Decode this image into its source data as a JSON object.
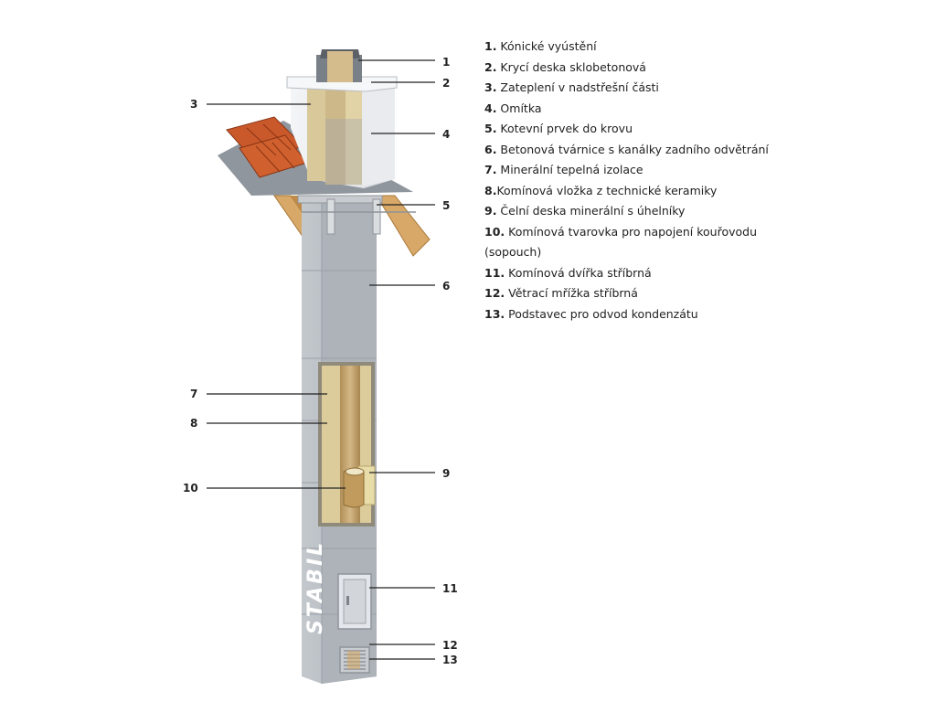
{
  "diagram": {
    "brand_label": "STABIL",
    "callout_numbers": [
      "1",
      "2",
      "3",
      "4",
      "5",
      "6",
      "7",
      "8",
      "9",
      "10",
      "11",
      "12",
      "13"
    ]
  },
  "legend": [
    {
      "number": "1.",
      "text": " Kónické vyústění"
    },
    {
      "number": "2.",
      "text": " Krycí deska sklobetonová"
    },
    {
      "number": "3.",
      "text": " Zateplení v nadstřešní části"
    },
    {
      "number": "4.",
      "text": " Omítka"
    },
    {
      "number": "5.",
      "text": " Kotevní prvek do krovu"
    },
    {
      "number": "6.",
      "text": " Betonová tvárnice s kanálky zadního odvětrání"
    },
    {
      "number": "7.",
      "text": " Minerální tepelná izolace"
    },
    {
      "number": "8.",
      "text": "Komínová vložka z technické keramiky"
    },
    {
      "number": "9.",
      "text": " Čelní deska minerální s úhelníky"
    },
    {
      "number": "10.",
      "text": " Komínová tvarovka pro napojení kouřovodu (sopouch)"
    },
    {
      "number": "11.",
      "text": " Komínová dvířka stříbrná"
    },
    {
      "number": "12.",
      "text": " Větrací mřížka stříbrná"
    },
    {
      "number": "13.",
      "text": " Podstavec pro odvod kondenzátu"
    }
  ],
  "colors": {
    "concrete": "#b9bec4",
    "plaster": "#eef0f2",
    "insulation": "#dccc9c",
    "ceramic": "#c9ad7a",
    "roof_tile": "#c9582b",
    "rafter": "#d8a868"
  }
}
